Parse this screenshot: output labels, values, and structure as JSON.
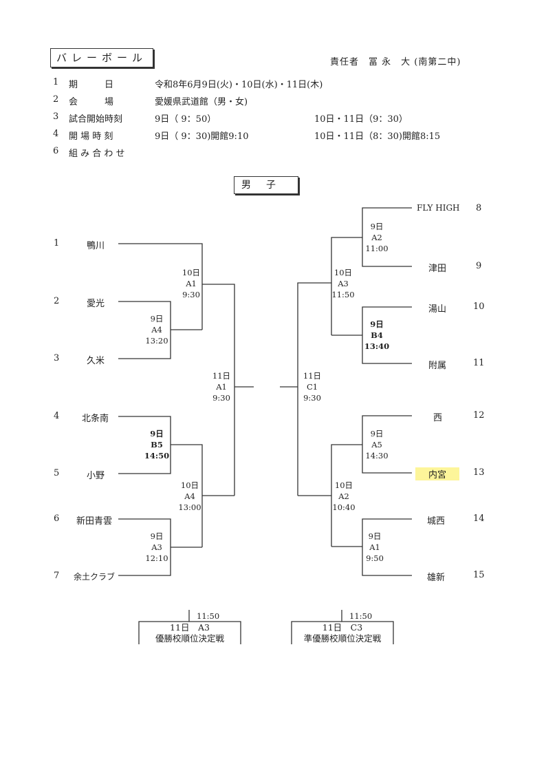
{
  "header": {
    "title": "バレーボール",
    "responsible": "責任者　冨 永　大 (南第二中)"
  },
  "info": [
    {
      "no": "1",
      "label": "期　　　日",
      "value": "令和8年6月9日(火)・10日(水)・11日(木)",
      "value2": ""
    },
    {
      "no": "2",
      "label": "会　　　場",
      "value": "愛媛県武道館（男・女)",
      "value2": ""
    },
    {
      "no": "3",
      "label": "試合開始時刻",
      "value": "9日（ 9：50）",
      "value2": "10日・11日（9：30）"
    },
    {
      "no": "4",
      "label": "開 場 時 刻",
      "value": "9日（ 9：30)開館9:10",
      "value2": "10日・11日（8：30)開館8:15"
    },
    {
      "no": "6",
      "label": "組 み 合 わ せ",
      "value": "",
      "value2": ""
    }
  ],
  "bracket_title": "男子",
  "left_teams": [
    {
      "num": "1",
      "name": "鴨川"
    },
    {
      "num": "2",
      "name": "愛光"
    },
    {
      "num": "3",
      "name": "久米"
    },
    {
      "num": "4",
      "name": "北条南"
    },
    {
      "num": "5",
      "name": "小野"
    },
    {
      "num": "6",
      "name": "新田青雲"
    },
    {
      "num": "7",
      "name": "余土クラブ"
    }
  ],
  "right_teams": [
    {
      "num": "8",
      "name": "FLY HIGH"
    },
    {
      "num": "9",
      "name": "津田"
    },
    {
      "num": "10",
      "name": "湯山"
    },
    {
      "num": "11",
      "name": "附属"
    },
    {
      "num": "12",
      "name": "西"
    },
    {
      "num": "13",
      "name": "内宮"
    },
    {
      "num": "14",
      "name": "城西"
    },
    {
      "num": "15",
      "name": "雄新"
    }
  ],
  "matches": {
    "l_9_A4": {
      "day": "9日",
      "court": "A4",
      "time": "13:20"
    },
    "l_10_A1": {
      "day": "10日",
      "court": "A1",
      "time": "9:30"
    },
    "l_9_B5": {
      "day": "9日",
      "court": "B5",
      "time": "14:50"
    },
    "l_9_A3": {
      "day": "9日",
      "court": "A3",
      "time": "12:10"
    },
    "l_10_A4": {
      "day": "10日",
      "court": "A4",
      "time": "13:00"
    },
    "l_11_A1": {
      "day": "11日",
      "court": "A1",
      "time": "9:30"
    },
    "r_9_A2": {
      "day": "9日",
      "court": "A2",
      "time": "11:00"
    },
    "r_9_B4": {
      "day": "9日",
      "court": "B4",
      "time": "13:40"
    },
    "r_10_A3": {
      "day": "10日",
      "court": "A3",
      "time": "11:50"
    },
    "r_9_A5": {
      "day": "9日",
      "court": "A5",
      "time": "14:30"
    },
    "r_9_A1": {
      "day": "9日",
      "court": "A1",
      "time": "9:50"
    },
    "r_10_A2": {
      "day": "10日",
      "court": "A2",
      "time": "10:40"
    },
    "r_11_C1": {
      "day": "11日",
      "court": "C1",
      "time": "9:30"
    }
  },
  "finals": [
    {
      "time": "11:50",
      "match": "11日　A3",
      "label": "優勝校順位決定戦"
    },
    {
      "time": "11:50",
      "match": "11日　C3",
      "label": "準優勝校順位決定戦"
    }
  ]
}
